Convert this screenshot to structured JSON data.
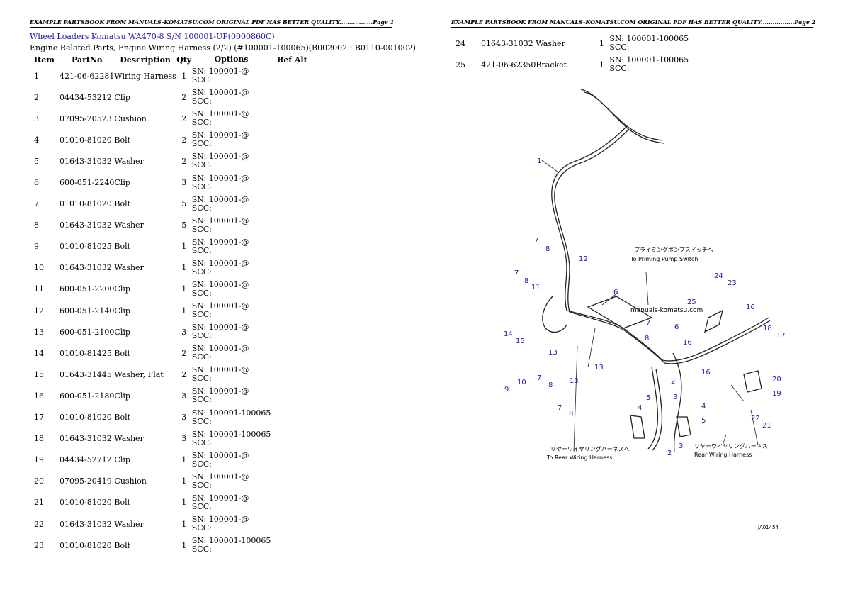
{
  "header": {
    "page1": "EXAMPLE PARTSBOOK FROM MANUALS-KOMATSU.COM ORIGINAL PDF HAS BETTER QUALITY.................Page 1",
    "page2": "EXAMPLE PARTSBOOK FROM MANUALS-KOMATSU.COM ORIGINAL PDF HAS BETTER QUALITY.................Page 2"
  },
  "breadcrumb": {
    "link1": "Wheel Loaders Komatsu",
    "link2": "WA470-8 S/N 100001-UP(0000860C)"
  },
  "subtitle": "Engine Related Parts, Engine Wiring Harness (2/2) (#100001-100065)(B002002 : B0110-001002)",
  "columns": [
    "Item",
    "PartNo",
    "Description",
    "Qty",
    "Options",
    "Ref Alt"
  ],
  "rows_page1": [
    {
      "item": "1",
      "part": "421-06-62281",
      "desc": "Wiring Harness",
      "qty": "1",
      "sn": "SN: 100001-@",
      "scc": "SCC:"
    },
    {
      "item": "2",
      "part": "04434-53212",
      "desc": "Clip",
      "qty": "2",
      "sn": "SN: 100001-@",
      "scc": "SCC:"
    },
    {
      "item": "3",
      "part": "07095-20523",
      "desc": "Cushion",
      "qty": "2",
      "sn": "SN: 100001-@",
      "scc": "SCC:"
    },
    {
      "item": "4",
      "part": "01010-81020",
      "desc": "Bolt",
      "qty": "2",
      "sn": "SN: 100001-@",
      "scc": "SCC:"
    },
    {
      "item": "5",
      "part": "01643-31032",
      "desc": "Washer",
      "qty": "2",
      "sn": "SN: 100001-@",
      "scc": "SCC:"
    },
    {
      "item": "6",
      "part": "600-051-2240",
      "desc": "Clip",
      "qty": "3",
      "sn": "SN: 100001-@",
      "scc": "SCC:"
    },
    {
      "item": "7",
      "part": "01010-81020",
      "desc": "Bolt",
      "qty": "5",
      "sn": "SN: 100001-@",
      "scc": "SCC:"
    },
    {
      "item": "8",
      "part": "01643-31032",
      "desc": "Washer",
      "qty": "5",
      "sn": "SN: 100001-@",
      "scc": "SCC:"
    },
    {
      "item": "9",
      "part": "01010-81025",
      "desc": "Bolt",
      "qty": "1",
      "sn": "SN: 100001-@",
      "scc": "SCC:"
    },
    {
      "item": "10",
      "part": "01643-31032",
      "desc": "Washer",
      "qty": "1",
      "sn": "SN: 100001-@",
      "scc": "SCC:"
    },
    {
      "item": "11",
      "part": "600-051-2200",
      "desc": "Clip",
      "qty": "1",
      "sn": "SN: 100001-@",
      "scc": "SCC:"
    },
    {
      "item": "12",
      "part": "600-051-2140",
      "desc": "Clip",
      "qty": "1",
      "sn": "SN: 100001-@",
      "scc": "SCC:"
    },
    {
      "item": "13",
      "part": "600-051-2100",
      "desc": "Clip",
      "qty": "3",
      "sn": "SN: 100001-@",
      "scc": "SCC:"
    },
    {
      "item": "14",
      "part": "01010-81425",
      "desc": "Bolt",
      "qty": "2",
      "sn": "SN: 100001-@",
      "scc": "SCC:"
    },
    {
      "item": "15",
      "part": "01643-31445",
      "desc": "Washer, Flat",
      "qty": "2",
      "sn": "SN: 100001-@",
      "scc": "SCC:"
    },
    {
      "item": "16",
      "part": "600-051-2180",
      "desc": "Clip",
      "qty": "3",
      "sn": "SN: 100001-@",
      "scc": "SCC:"
    },
    {
      "item": "17",
      "part": "01010-81020",
      "desc": "Bolt",
      "qty": "3",
      "sn": "SN: 100001-100065",
      "scc": "SCC:"
    },
    {
      "item": "18",
      "part": "01643-31032",
      "desc": "Washer",
      "qty": "3",
      "sn": "SN: 100001-100065",
      "scc": "SCC:"
    },
    {
      "item": "19",
      "part": "04434-52712",
      "desc": "Clip",
      "qty": "1",
      "sn": "SN: 100001-@",
      "scc": "SCC:"
    },
    {
      "item": "20",
      "part": "07095-20419",
      "desc": "Cushion",
      "qty": "1",
      "sn": "SN: 100001-@",
      "scc": "SCC:"
    },
    {
      "item": "21",
      "part": "01010-81020",
      "desc": "Bolt",
      "qty": "1",
      "sn": "SN: 100001-@",
      "scc": "SCC:"
    },
    {
      "item": "22",
      "part": "01643-31032",
      "desc": "Washer",
      "qty": "1",
      "sn": "SN: 100001-@",
      "scc": "SCC:"
    },
    {
      "item": "23",
      "part": "01010-81020",
      "desc": "Bolt",
      "qty": "1",
      "sn": "SN: 100001-100065",
      "scc": "SCC:"
    }
  ],
  "rows_page2": [
    {
      "item": "24",
      "part": "01643-31032",
      "desc": "Washer",
      "qty": "1",
      "sn": "SN: 100001-100065",
      "scc": "SCC:"
    },
    {
      "item": "25",
      "part": "421-06-62350",
      "desc": "Bracket",
      "qty": "1",
      "sn": "SN: 100001-100065",
      "scc": "SCC:"
    }
  ],
  "diagram": {
    "note_priming_jp": "プライミングポンプスイッチへ",
    "note_priming_en": "To Priming Pump Switch",
    "note_rear1_jp": "リヤーワイヤリングハーネスへ",
    "note_rear1_en": "To Rear Wiring Harness",
    "note_rear2_jp": "リヤーワイヤリングハーネス",
    "note_rear2_en": "Rear Wiring Harness",
    "watermark": "manuals-komatsu.com",
    "figure_code": "JA01454",
    "callouts": [
      "1",
      "7",
      "8",
      "12",
      "7",
      "8",
      "6",
      "11",
      "24",
      "23",
      "25",
      "7",
      "16",
      "18",
      "14",
      "15",
      "8",
      "6",
      "16",
      "17",
      "13",
      "13",
      "2",
      "16",
      "20",
      "9",
      "10",
      "7",
      "8",
      "13",
      "3",
      "19",
      "7",
      "8",
      "4",
      "4",
      "22",
      "5",
      "5",
      "21",
      "2",
      "3"
    ]
  },
  "colors": {
    "link": "#1a1aa6",
    "callout": "#1a1aa6"
  }
}
